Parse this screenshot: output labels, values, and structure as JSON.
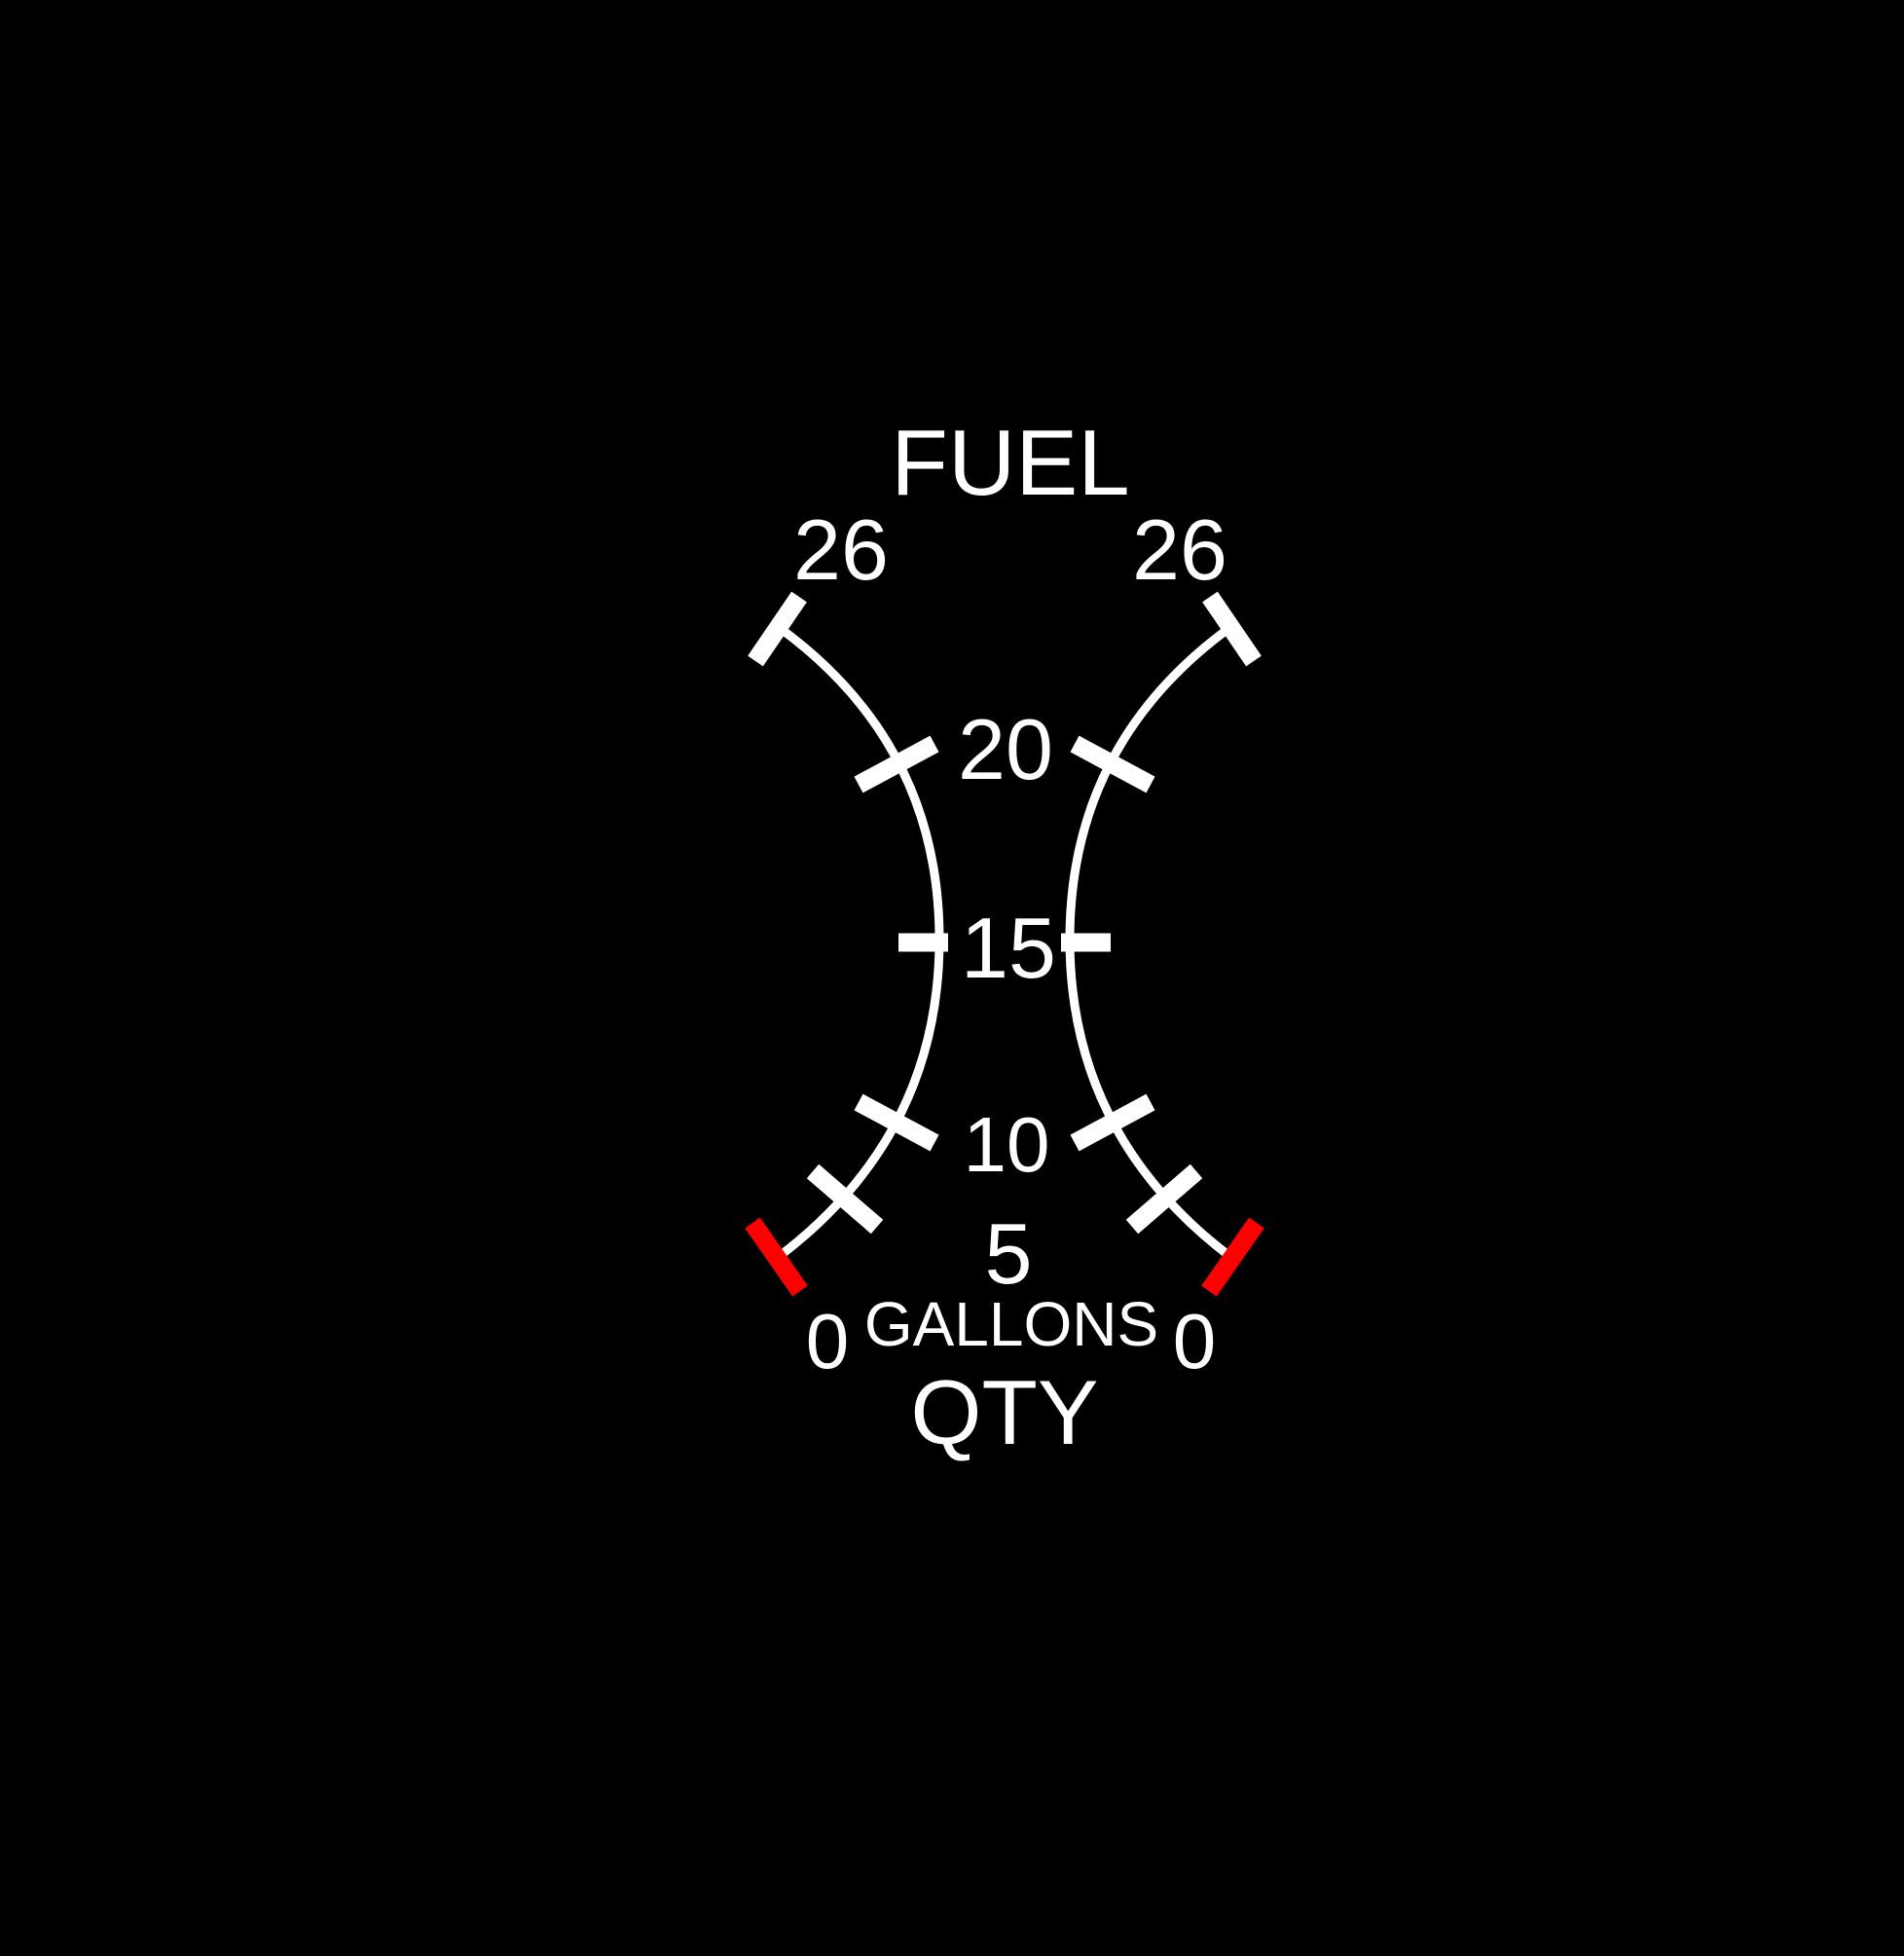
{
  "gauge": {
    "title": "FUEL",
    "units": "GALLONS",
    "subtitle": "QTY",
    "scale_labels": {
      "full": "26",
      "twenty": "20",
      "fifteen": "15",
      "ten": "10",
      "five": "5",
      "empty": "0"
    },
    "scale_values": [
      0,
      5,
      10,
      15,
      20,
      26
    ],
    "tanks": [
      {
        "side": "left",
        "max_label": "26",
        "min_label": "0"
      },
      {
        "side": "right",
        "max_label": "26",
        "min_label": "0"
      }
    ],
    "colors": {
      "background": "#000000",
      "markings": "#ffffff",
      "empty_mark": "#ff0000"
    }
  }
}
